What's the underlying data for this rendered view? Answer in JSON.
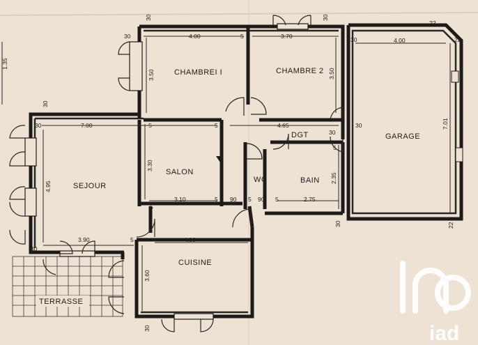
{
  "rooms": {
    "chambre1": "CHAMBREI I",
    "chambre2": "CHAMBRE 2",
    "garage": "GARAGE",
    "dgt": "DGT",
    "salon": "SALON",
    "sejour": "SEJOUR",
    "wc": "WC",
    "bain": "BAIN",
    "cuisine": "CUISINE",
    "terrasse": "TERRASSE"
  },
  "dimensions": {
    "ch1_width": "4.00",
    "ch2_width": "3.70",
    "garage_width": "4.00",
    "ch_depth": "3.50",
    "ch2_depth": "3.50",
    "garage_depth": "7.01",
    "sejour_width": "7.00",
    "dgt_width": "4.65",
    "salon_depth": "3.30",
    "sejour_depth": "4.95",
    "salon_width": "3.10",
    "wc_a": "90",
    "wc_b": "90",
    "bain_width": "2.75",
    "bain_depth": "2.35",
    "terrasse_width": "3.90",
    "cuisine_width": "4.00",
    "cuisine_depth": "3.60",
    "left_mark": "1.35",
    "w30": "30",
    "w5": "5",
    "w22": "22"
  },
  "logo": {
    "text": "iad"
  },
  "colors": {
    "paper": "#ede2d3",
    "ink": "#1d1b19",
    "logo": "#ffffff"
  }
}
